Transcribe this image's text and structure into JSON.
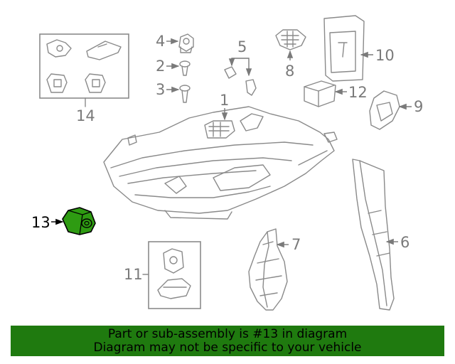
{
  "callouts": {
    "c1": "1",
    "c2": "2",
    "c3": "3",
    "c4": "4",
    "c5": "5",
    "c6": "6",
    "c7": "7",
    "c8": "8",
    "c9": "9",
    "c10": "10",
    "c11": "11",
    "c12": "12",
    "c13": "13",
    "c14": "14"
  },
  "highlight": {
    "part": "13",
    "color": "#2e9b12"
  },
  "banner": {
    "line1": "Part or sub-assembly is #13 in diagram",
    "line2": "Diagram may not be specific to your vehicle",
    "color": "#1f7a0f"
  }
}
